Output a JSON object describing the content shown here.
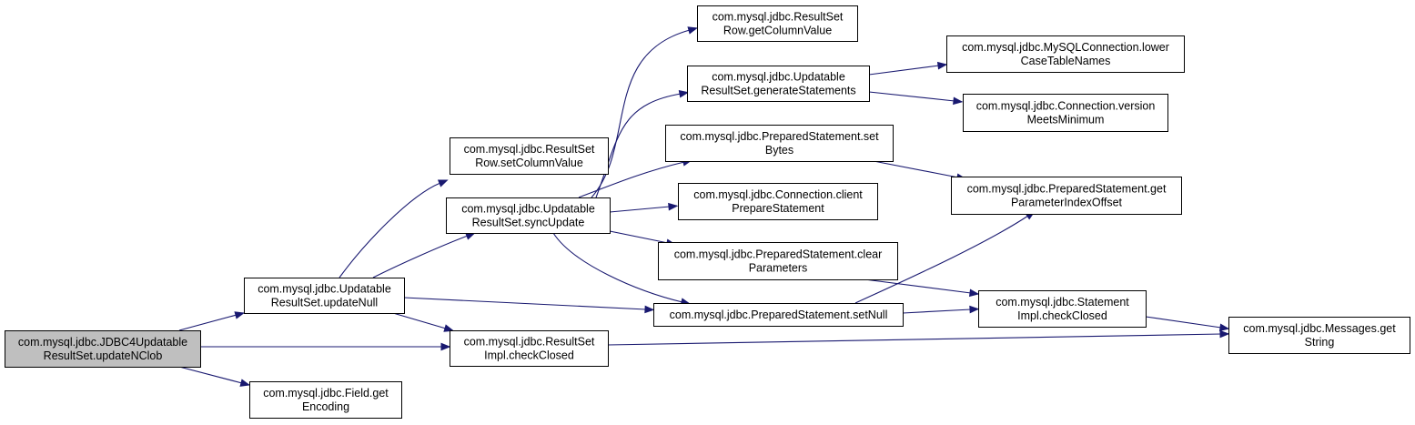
{
  "colors": {
    "edge": "#191970",
    "node_border": "#000000",
    "node_fill": "#ffffff",
    "root_fill": "#bfbfbf",
    "text": "#000000"
  },
  "nodes": [
    {
      "id": "n0",
      "lines": [
        "com.mysql.jdbc.JDBC4Updatable",
        "ResultSet.updateNClob"
      ],
      "root": true
    },
    {
      "id": "n1",
      "lines": [
        "com.mysql.jdbc.Updatable",
        "ResultSet.updateNull"
      ]
    },
    {
      "id": "n2",
      "lines": [
        "com.mysql.jdbc.ResultSet",
        "Impl.checkClosed"
      ]
    },
    {
      "id": "n3",
      "lines": [
        "com.mysql.jdbc.Field.get",
        "Encoding"
      ]
    },
    {
      "id": "n4",
      "lines": [
        "com.mysql.jdbc.ResultSet",
        "Row.setColumnValue"
      ]
    },
    {
      "id": "n5",
      "lines": [
        "com.mysql.jdbc.Updatable",
        "ResultSet.syncUpdate"
      ]
    },
    {
      "id": "n6",
      "lines": [
        "com.mysql.jdbc.PreparedStatement.setNull"
      ]
    },
    {
      "id": "n7",
      "lines": [
        "com.mysql.jdbc.ResultSet",
        "Row.getColumnValue"
      ]
    },
    {
      "id": "n8",
      "lines": [
        "com.mysql.jdbc.Updatable",
        "ResultSet.generateStatements"
      ]
    },
    {
      "id": "n9",
      "lines": [
        "com.mysql.jdbc.PreparedStatement.set",
        "Bytes"
      ]
    },
    {
      "id": "n10",
      "lines": [
        "com.mysql.jdbc.Connection.client",
        "PrepareStatement"
      ]
    },
    {
      "id": "n11",
      "lines": [
        "com.mysql.jdbc.PreparedStatement.clear",
        "Parameters"
      ]
    },
    {
      "id": "n12",
      "lines": [
        "com.mysql.jdbc.MySQLConnection.lower",
        "CaseTableNames"
      ]
    },
    {
      "id": "n13",
      "lines": [
        "com.mysql.jdbc.Connection.version",
        "MeetsMinimum"
      ]
    },
    {
      "id": "n14",
      "lines": [
        "com.mysql.jdbc.PreparedStatement.get",
        "ParameterIndexOffset"
      ]
    },
    {
      "id": "n15",
      "lines": [
        "com.mysql.jdbc.Statement",
        "Impl.checkClosed"
      ]
    },
    {
      "id": "n16",
      "lines": [
        "com.mysql.jdbc.Messages.get",
        "String"
      ]
    }
  ],
  "edges": [
    {
      "from": "n0",
      "to": "n1"
    },
    {
      "from": "n0",
      "to": "n2"
    },
    {
      "from": "n0",
      "to": "n3"
    },
    {
      "from": "n1",
      "to": "n4"
    },
    {
      "from": "n1",
      "to": "n5"
    },
    {
      "from": "n1",
      "to": "n6"
    },
    {
      "from": "n1",
      "to": "n2"
    },
    {
      "from": "n5",
      "to": "n7"
    },
    {
      "from": "n5",
      "to": "n8"
    },
    {
      "from": "n5",
      "to": "n9"
    },
    {
      "from": "n5",
      "to": "n10"
    },
    {
      "from": "n5",
      "to": "n11"
    },
    {
      "from": "n5",
      "to": "n6"
    },
    {
      "from": "n8",
      "to": "n12"
    },
    {
      "from": "n8",
      "to": "n13"
    },
    {
      "from": "n9",
      "to": "n14"
    },
    {
      "from": "n6",
      "to": "n14"
    },
    {
      "from": "n6",
      "to": "n15"
    },
    {
      "from": "n11",
      "to": "n15"
    },
    {
      "from": "n15",
      "to": "n16"
    },
    {
      "from": "n2",
      "to": "n16"
    }
  ]
}
